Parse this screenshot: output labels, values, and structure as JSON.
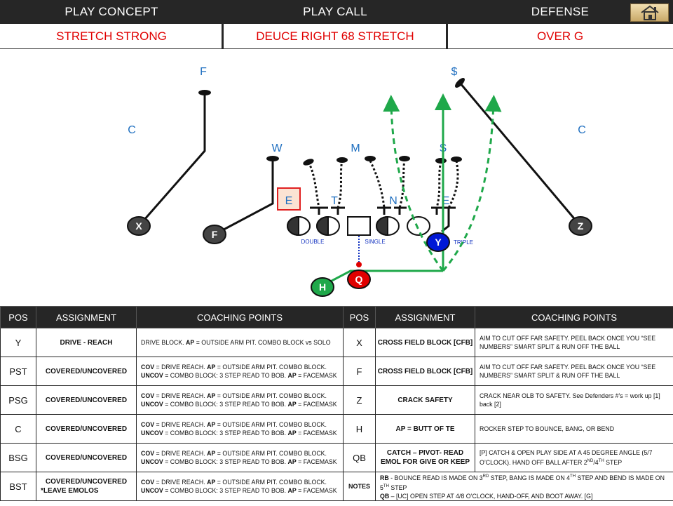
{
  "header": {
    "concept_label": "PLAY CONCEPT",
    "call_label": "PLAY CALL",
    "defense_label": "DEFENSE",
    "concept_value": "STRETCH STRONG",
    "call_value": "DEUCE RIGHT 68 STRETCH",
    "defense_value": "OVER G",
    "home_icon": "home-icon"
  },
  "colors": {
    "header_bg": "#262626",
    "value_red": "#e00000",
    "label_blue": "#1f6fc0",
    "route_green": "#1fa84a",
    "qb_red": "#e00000",
    "y_blue": "#0018d6"
  },
  "diagram": {
    "defenders": {
      "F": "F",
      "dollar": "$",
      "C_left": "C",
      "C_right": "C",
      "W": "W",
      "M": "M",
      "S": "S",
      "E_boxed": "E",
      "T": "T",
      "N": "N",
      "E": "E"
    },
    "players": {
      "X": "X",
      "F": "F",
      "Z": "Z",
      "Y": "Y",
      "Q": "Q",
      "H": "H"
    },
    "labels": {
      "double": "DOUBLE",
      "single": "SINGLE",
      "triple": "TRIPLE"
    }
  },
  "table": {
    "headers": [
      "POS",
      "ASSIGNMENT",
      "COACHING POINTS",
      "POS",
      "ASSIGNMENT",
      "COACHING POINTS"
    ],
    "rows": [
      {
        "pos_l": "Y",
        "asg_l": "DRIVE - REACH",
        "cp_l_1_pre": "DRIVE BLOCK. ",
        "cp_l_1_b": "AP",
        "cp_l_1_post": " = OUTSIDE ARM PIT. COMBO BLOCK vs SOLO",
        "pos_r": "X",
        "asg_r": "CROSS FIELD BLOCK [CFB]",
        "cp_r": "AIM TO CUT OFF FAR SAFETY. PEEL BACK ONCE YOU “SEE NUMBERS” SMART SPLIT & RUN OFF THE BALL"
      },
      {
        "pos_l": "PST",
        "asg_l": "COVERED/UNCOVERED",
        "cov": "COV",
        "cov_a": " = DRIVE REACH. ",
        "ap": "AP",
        "cov_b": " = OUTSIDE ARM PIT. COMBO BLOCK.",
        "uncov": "UNCOV",
        "uncov_a": " = COMBO BLOCK: 3 STEP READ TO BOB. ",
        "ap2": "AP",
        "uncov_b": " = FACEMASK",
        "pos_r": "F",
        "asg_r": "CROSS FIELD BLOCK [CFB]",
        "cp_r": "AIM TO CUT OFF FAR SAFETY. PEEL BACK ONCE YOU “SEE NUMBERS” SMART SPLIT & RUN OFF THE BALL"
      },
      {
        "pos_l": "PSG",
        "asg_l": "COVERED/UNCOVERED",
        "pos_r": "Z",
        "asg_r": "CRACK SAFETY",
        "cp_r": "CRACK NEAR OLB TO SAFETY. See Defenders #’s = work up [1] back [2]"
      },
      {
        "pos_l": "C",
        "asg_l": "COVERED/UNCOVERED",
        "pos_r": "H",
        "asg_r": "AP = BUTT OF TE",
        "cp_r": "ROCKER STEP TO BOUNCE, BANG, OR BEND"
      },
      {
        "pos_l": "BSG",
        "asg_l": "COVERED/UNCOVERED",
        "pos_r": "QB",
        "asg_r_1": "CATCH – PIVOT- READ",
        "asg_r_2": "EMOL FOR GIVE OR KEEP",
        "cp_r_1": "[P] CATCH & OPEN PLAY SIDE AT A 45 DEGREE ANGLE (5/7",
        "cp_r_2a": "O’CLOCK). HAND OFF BALL AFTER 2",
        "cp_r_2sup": "ND",
        "cp_r_2b": "/4",
        "cp_r_2sup2": "TH",
        "cp_r_2c": " STEP"
      },
      {
        "pos_l": "BST",
        "asg_l_1": "COVERED/UNCOVERED",
        "asg_l_2": "*LEAVE EMOLOS",
        "pos_r": "NOTES",
        "rb": "RB",
        "rb_a": " - BOUNCE READ IS MADE ON 3",
        "rb_sup": "RD",
        "rb_b": " STEP, BANG IS MADE ON 4",
        "rb_sup2": "TH",
        "rb_c": " STEP AND BEND IS MADE ON 5",
        "rb_sup3": "TH",
        "rb_d": " STEP",
        "qb": "QB",
        "qb_a": " – [UC] OPEN STEP AT 4/8 O’CLOCK, HAND-OFF, AND BOOT AWAY. [G]"
      }
    ]
  }
}
